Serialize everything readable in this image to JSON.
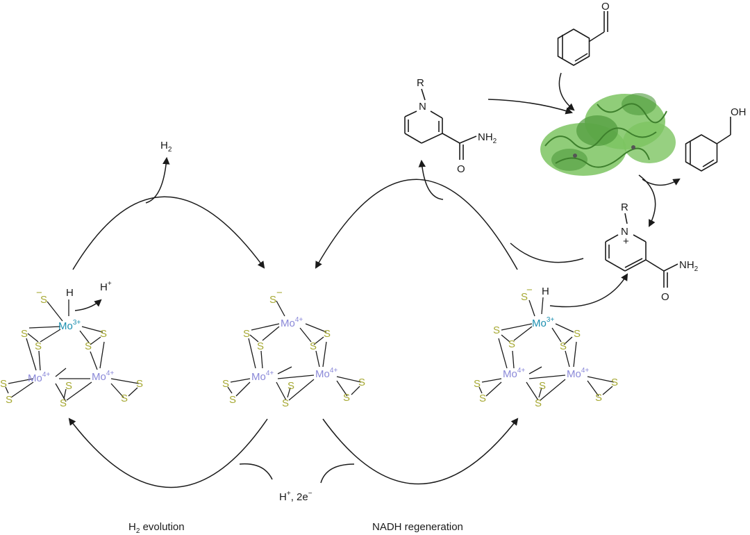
{
  "species": {
    "h2": "H",
    "h2_sub": "2",
    "hplus_top": "H",
    "hplus_top_sup": "+",
    "input": "H",
    "input_sup": "+",
    "input_rest": ", 2e",
    "input_rest_sup": "−"
  },
  "cluster_left": {
    "terminal_s": "S",
    "terminal_charge": "−",
    "hydride": "H",
    "mo_top": "Mo",
    "mo_top_ox": "3+",
    "mo_left": "Mo",
    "mo_left_ox": "4+",
    "mo_right": "Mo",
    "mo_right_ox": "4+",
    "s": "S"
  },
  "cluster_mid": {
    "terminal_s": "S",
    "terminal_charge": "−",
    "mo_top": "Mo",
    "mo_top_ox": "4+",
    "mo_left": "Mo",
    "mo_left_ox": "4+",
    "mo_right": "Mo",
    "mo_right_ox": "4+",
    "s": "S"
  },
  "cluster_right": {
    "terminal_s": "S",
    "terminal_charge": "−",
    "hydride": "H",
    "mo_top": "Mo",
    "mo_top_ox": "3+",
    "mo_left": "Mo",
    "mo_left_ox": "4+",
    "mo_right": "Mo",
    "mo_right_ox": "4+",
    "s": "S"
  },
  "nadh": {
    "ring_n": "N",
    "r_group": "R",
    "amide_n": "NH",
    "amide_sub": "2",
    "amide_o": "O"
  },
  "nad_plus": {
    "ring_n": "N",
    "charge": "+",
    "r_group": "R",
    "amide_n": "NH",
    "amide_sub": "2",
    "amide_o": "O"
  },
  "benzaldehyde": {
    "o": "O"
  },
  "benzyl_alcohol": {
    "oh": "OH"
  },
  "enzyme": {
    "color": "#7dc462",
    "dark": "#4f9a3c"
  },
  "captions": {
    "left_prefix": "H",
    "left_sub": "2",
    "left_suffix": " evolution",
    "right": "NADH regeneration"
  },
  "colors": {
    "sulfur": "#a6a832",
    "mo4": "#8a88d8",
    "mo3": "#1b8fb0"
  }
}
